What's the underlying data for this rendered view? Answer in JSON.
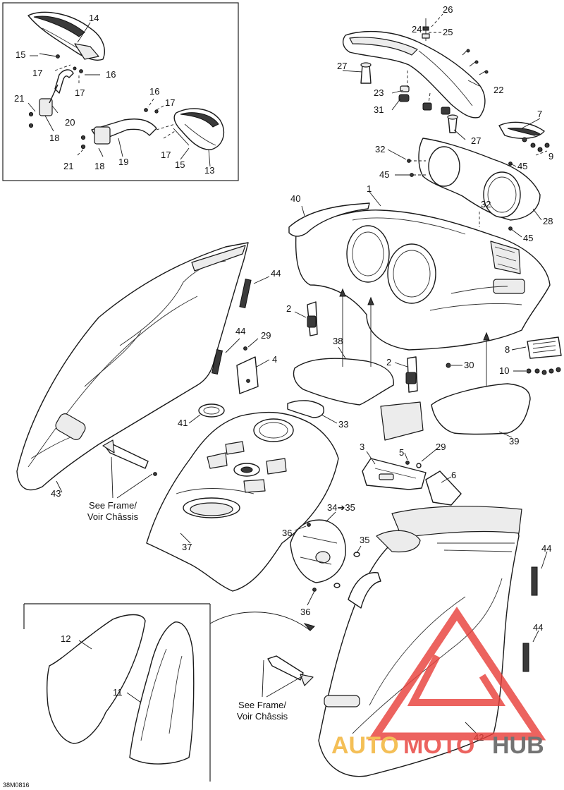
{
  "diagram_code": "38M0816",
  "see_frame_note": {
    "line1": "See Frame/",
    "line2": "Voir Châssis"
  },
  "part_labels": [
    {
      "id": "l14",
      "text": "14"
    },
    {
      "id": "l15a",
      "text": "15"
    },
    {
      "id": "l17a",
      "text": "17"
    },
    {
      "id": "l16a",
      "text": "16"
    },
    {
      "id": "l17b",
      "text": "17"
    },
    {
      "id": "l21a",
      "text": "21"
    },
    {
      "id": "l20",
      "text": "20"
    },
    {
      "id": "l18a",
      "text": "18"
    },
    {
      "id": "l16b",
      "text": "16"
    },
    {
      "id": "l17c",
      "text": "17"
    },
    {
      "id": "l21b",
      "text": "21"
    },
    {
      "id": "l18b",
      "text": "18"
    },
    {
      "id": "l19",
      "text": "19"
    },
    {
      "id": "l17d",
      "text": "17"
    },
    {
      "id": "l15b",
      "text": "15"
    },
    {
      "id": "l13",
      "text": "13"
    },
    {
      "id": "l26",
      "text": "26"
    },
    {
      "id": "l24",
      "text": "24"
    },
    {
      "id": "l25",
      "text": "25"
    },
    {
      "id": "l27a",
      "text": "27"
    },
    {
      "id": "l23",
      "text": "23"
    },
    {
      "id": "l22",
      "text": "22"
    },
    {
      "id": "l31",
      "text": "31"
    },
    {
      "id": "l7",
      "text": "7"
    },
    {
      "id": "l27b",
      "text": "27"
    },
    {
      "id": "l9",
      "text": "9"
    },
    {
      "id": "l32a",
      "text": "32"
    },
    {
      "id": "l45a",
      "text": "45"
    },
    {
      "id": "l45b",
      "text": "45"
    },
    {
      "id": "l32b",
      "text": "32"
    },
    {
      "id": "l28",
      "text": "28"
    },
    {
      "id": "l45c",
      "text": "45"
    },
    {
      "id": "l40",
      "text": "40"
    },
    {
      "id": "l1",
      "text": "1"
    },
    {
      "id": "l44a",
      "text": "44"
    },
    {
      "id": "l2a",
      "text": "2"
    },
    {
      "id": "l44b",
      "text": "44"
    },
    {
      "id": "l29a",
      "text": "29"
    },
    {
      "id": "l4",
      "text": "4"
    },
    {
      "id": "l38",
      "text": "38"
    },
    {
      "id": "l2b",
      "text": "2"
    },
    {
      "id": "l30",
      "text": "30"
    },
    {
      "id": "l8",
      "text": "8"
    },
    {
      "id": "l10",
      "text": "10"
    },
    {
      "id": "l41",
      "text": "41"
    },
    {
      "id": "l33",
      "text": "33"
    },
    {
      "id": "l39",
      "text": "39"
    },
    {
      "id": "l3",
      "text": "3"
    },
    {
      "id": "l5",
      "text": "5"
    },
    {
      "id": "l29b",
      "text": "29"
    },
    {
      "id": "l6",
      "text": "6"
    },
    {
      "id": "l43",
      "text": "43"
    },
    {
      "id": "l34",
      "text": "34➔35"
    },
    {
      "id": "l36a",
      "text": "36"
    },
    {
      "id": "l35",
      "text": "35"
    },
    {
      "id": "l37",
      "text": "37"
    },
    {
      "id": "l36b",
      "text": "36"
    },
    {
      "id": "l44c",
      "text": "44"
    },
    {
      "id": "l44d",
      "text": "44"
    },
    {
      "id": "l12",
      "text": "12"
    },
    {
      "id": "l11",
      "text": "11"
    },
    {
      "id": "l42",
      "text": "42"
    }
  ],
  "watermark": {
    "part1": "AUTO",
    "part2": "MOTO",
    "part3": "HUB",
    "color_primary": "#e8413c",
    "color_accent": "#f2b233",
    "color_dark": "#555555"
  }
}
